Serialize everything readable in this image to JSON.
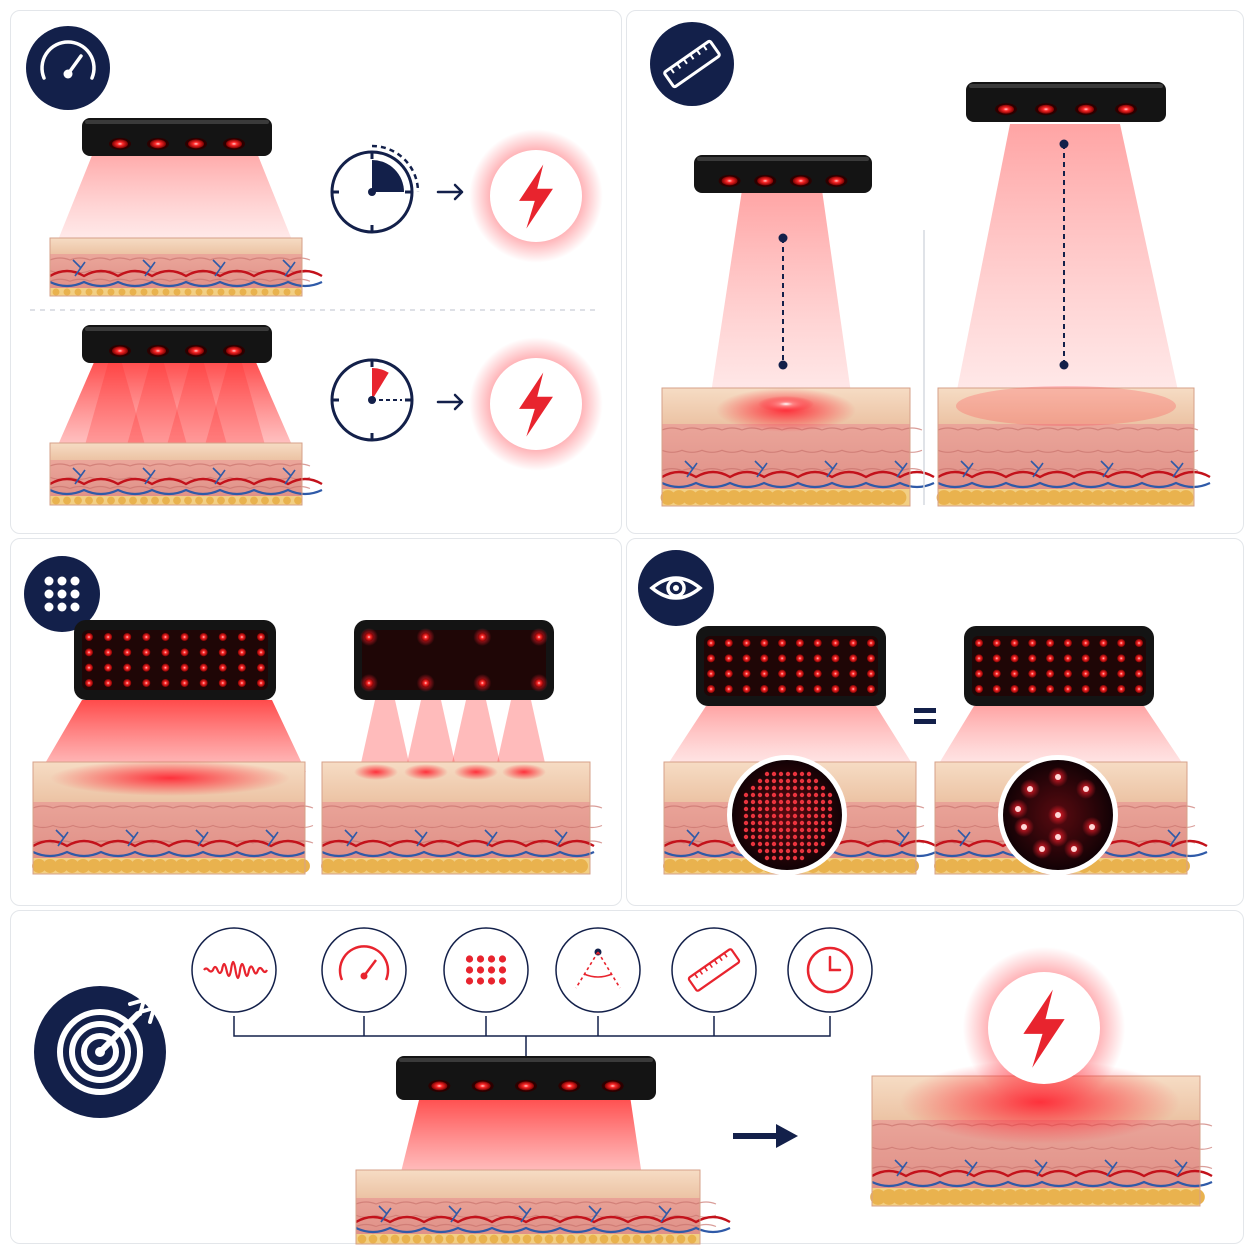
{
  "figure": {
    "colors": {
      "navy": "#13204a",
      "red": "#e8242e",
      "skin_top": "#f2cfb3",
      "dermis": "#e69a92",
      "fat": "#e9b24e",
      "device": "#141414",
      "panel_border": "#e3e6ea"
    },
    "panels": [
      {
        "name": "power-density",
        "badge_icon": "speedometer-icon",
        "rows": [
          {
            "beam": "soft",
            "clock_fill": "quarter",
            "result_icon": "lightning-bolt-icon"
          },
          {
            "beam": "intense",
            "clock_fill": "sliver",
            "result_icon": "lightning-bolt-icon"
          }
        ]
      },
      {
        "name": "distance",
        "badge_icon": "ruler-icon",
        "cases": [
          "near-focused-spot",
          "far-diffuse-spread"
        ]
      },
      {
        "name": "led-density",
        "badge_icon": "dot-grid-icon",
        "devices": [
          {
            "leds": 40,
            "result": "continuous-coverage"
          },
          {
            "leds": 8,
            "result": "four-spots"
          }
        ]
      },
      {
        "name": "apparent-brightness",
        "badge_icon": "eye-icon",
        "operator": "=",
        "devices": [
          {
            "leds": 40,
            "zoom": "many-small-dots"
          },
          {
            "leds": 40,
            "zoom": "few-bright-points"
          }
        ]
      },
      {
        "name": "combined-parameters",
        "badge_icon": "target-arrow-icon",
        "parameter_icons": [
          "waveform-icon",
          "speedometer-icon",
          "dot-grid-icon",
          "beam-angle-icon",
          "ruler-icon",
          "clock-icon"
        ],
        "arrow_icon": "right-arrow-icon",
        "result_icon": "lightning-bolt-icon"
      }
    ]
  }
}
